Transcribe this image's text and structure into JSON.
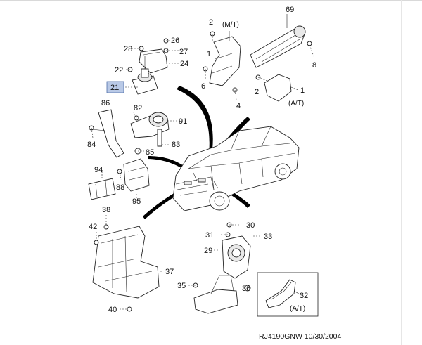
{
  "diagram": {
    "callouts": {
      "c1a": "1",
      "c1b": "1",
      "c2": "2",
      "c4": "4",
      "c6": "6",
      "c8": "8",
      "c21": "21",
      "c22": "22",
      "c24": "24",
      "c26": "26",
      "c27": "27",
      "c28": "28",
      "c29": "29",
      "c30": "30",
      "c31": "31",
      "c32": "32",
      "c33": "33",
      "c35": "35",
      "c36": "36",
      "c37": "37",
      "c38": "38",
      "c40": "40",
      "c42": "42",
      "c69": "69",
      "c82": "82",
      "c83": "83",
      "c84": "84",
      "c85": "85",
      "c86": "86",
      "c88": "88",
      "c91": "91",
      "c94": "94",
      "c95": "95"
    },
    "notes": {
      "mt": "(M/T)",
      "at_top": "(A/T)",
      "at_bottom": "(A/T)"
    },
    "highlight_color": "#b9c9e6",
    "footer": "RJ4190GNW  10/30/2004"
  }
}
